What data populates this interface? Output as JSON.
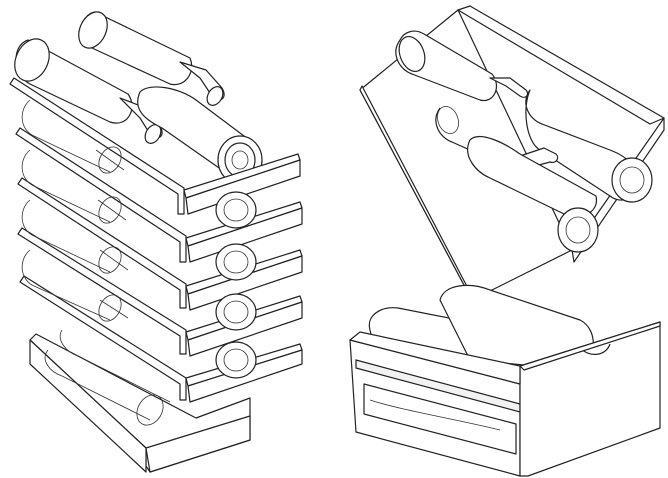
{
  "figure": {
    "illustrations": [
      {
        "id": "stacked-wine-racks",
        "icon": "stacked-bottle-racks-illustration"
      },
      {
        "id": "single-tray-rack",
        "icon": "bottle-tray-illustration"
      },
      {
        "id": "drawer-bottle-rack",
        "icon": "bottle-drawer-illustration"
      }
    ],
    "line_color": "#222222",
    "background_color": "#ffffff"
  }
}
